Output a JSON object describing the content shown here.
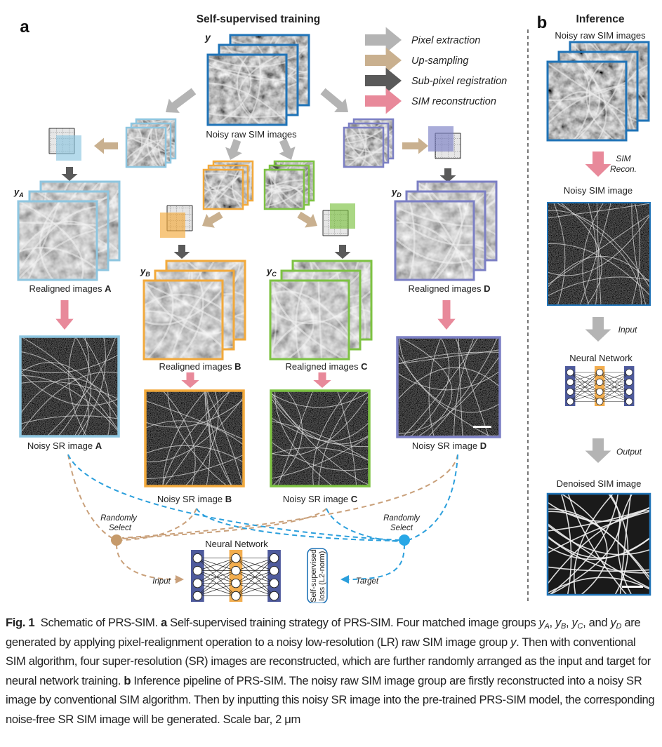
{
  "panel_a": {
    "label": "a",
    "title": "Self-supervised training",
    "raw_group_label": "y",
    "raw_caption": "Noisy raw SIM images",
    "legend": [
      {
        "label": "Pixel extraction",
        "color": "#b4b4b4"
      },
      {
        "label": "Up-sampling",
        "color": "#c9b08f"
      },
      {
        "label": "Sub-pixel registration",
        "color": "#5a5a5a"
      },
      {
        "label": "SIM reconstruction",
        "color": "#e8899a"
      }
    ],
    "groups": [
      {
        "id": "A",
        "symbol": "y",
        "sub": "A",
        "realigned_prefix": "Realigned images ",
        "sr_prefix": "Noisy SR image ",
        "color": "#8ec6e0"
      },
      {
        "id": "B",
        "symbol": "y",
        "sub": "B",
        "realigned_prefix": "Realigned images ",
        "sr_prefix": "Noisy SR image ",
        "color": "#f2a93b"
      },
      {
        "id": "C",
        "symbol": "y",
        "sub": "C",
        "realigned_prefix": "Realigned images ",
        "sr_prefix": "Noisy SR image ",
        "color": "#7dc242"
      },
      {
        "id": "D",
        "symbol": "y",
        "sub": "D",
        "realigned_prefix": "Realigned images ",
        "sr_prefix": "Noisy SR image ",
        "color": "#7b7fc4"
      }
    ],
    "random_select_left": [
      "Randomly",
      "Select"
    ],
    "random_select_right": [
      "Randomly",
      "Select"
    ],
    "input_label": "Input",
    "target_label": "Target",
    "network_label": "Neural Network",
    "loss_label": [
      "Self-supervised",
      "loss (L2-norm)"
    ],
    "input_color": "#c9a07a",
    "target_color": "#2b9fdc"
  },
  "panel_b": {
    "label": "b",
    "title": "Inference",
    "raw_caption": "Noisy raw SIM images",
    "recon_arrow_label": [
      "SIM",
      "Recon."
    ],
    "noisy_caption": "Noisy SIM image",
    "input_label": "Input",
    "network_label": "Neural Network",
    "output_label": "Output",
    "denoised_caption": "Denoised SIM image",
    "frame_color": "#1f73b7"
  },
  "caption": {
    "fig_label": "Fig. 1",
    "lines": [
      "Schematic of PRS-SIM.",
      "Self-supervised training strategy of PRS-SIM. Four matched image groups",
      "are generated by applying pixel-realignment operation to a noisy low-resolution (LR) raw SIM image group",
      ". Then with conventional SIM algorithm, four super-resolution (SR) images are reconstructed, which are further randomly arranged as the input and target for neural network training.",
      "Inference pipeline of PRS-SIM. The noisy raw SIM image group are firstly reconstructed into a noisy SR image by conventional SIM algorithm. Then by inputting this noisy SR image into the pre-trained PRS-SIM model, the corresponding noise-free SR SIM image will be generated. Scale bar, 2 μm"
    ],
    "a": "a",
    "b": "b",
    "yA": "y",
    "yA_sub": "A",
    "yB": "y",
    "yB_sub": "B",
    "yC": "y",
    "yC_sub": "C",
    "yD": "y",
    "yD_sub": "D",
    "y": "y",
    "and": ", and ",
    "comma": ", ",
    "scale_bar": "2 μm"
  }
}
